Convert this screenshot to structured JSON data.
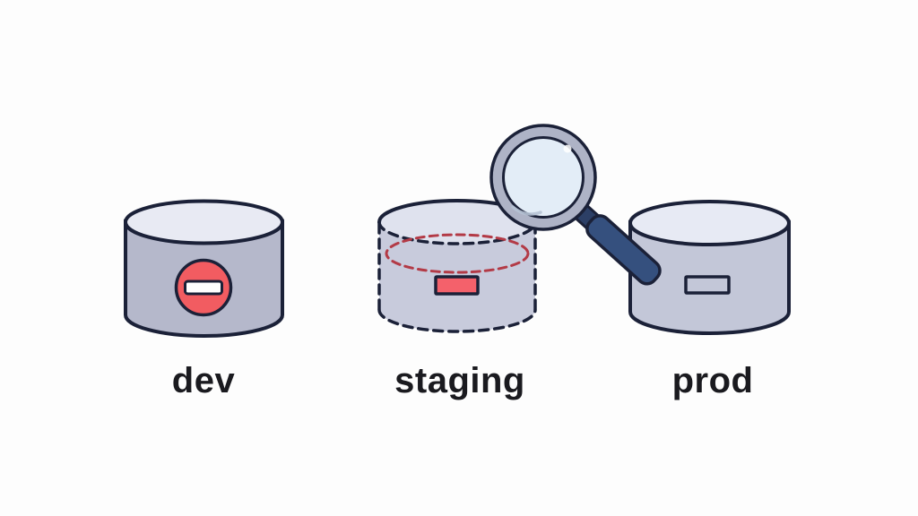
{
  "diagram": {
    "description": "Three database cylinders labeled dev, staging and prod; staging is drawn with dashed outlines and a magnifying glass hovers between staging and prod."
  },
  "environments": [
    {
      "label": "dev",
      "marker": "minus-badge"
    },
    {
      "label": "staging",
      "marker": "red-highlight-rectangle"
    },
    {
      "label": "prod",
      "marker": "gray-slot-rectangle"
    }
  ],
  "icons": {
    "magnifier": "magnifying-glass-icon",
    "minus": "minus-badge-icon"
  },
  "colors": {
    "background": "#fdfdfd",
    "outline": "#1b2138",
    "label_text": "#1a1a1f",
    "dev_body": "#b5b8cb",
    "dev_top": "#e8eaf3",
    "staging_body": "#c8cbdc",
    "staging_top": "#dfe2ee",
    "prod_body": "#c3c7d8",
    "prod_top": "#e7eaf4",
    "badge_red": "#f25c61",
    "marker_red": "#f4616b",
    "dashed_red": "#b33a46",
    "bar_white": "#ffffff",
    "ring_fill": "#aeb3c6",
    "lens_fill": "#e3edf7",
    "lens_shine": "#b6c2d4",
    "handle_navy": "#35507e",
    "neck_navy": "#2c3f66"
  }
}
